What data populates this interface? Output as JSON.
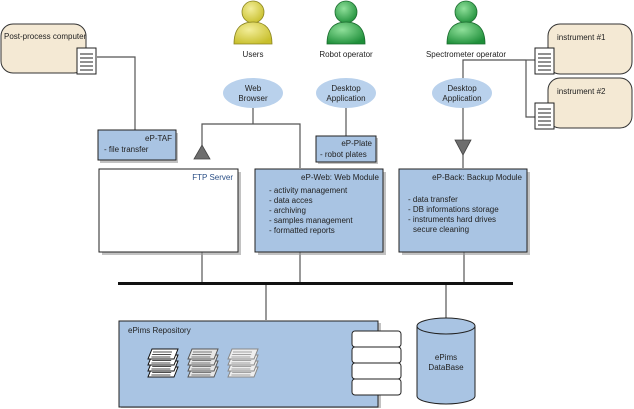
{
  "actors": {
    "users": {
      "label": "Users",
      "color": "#d8d14a"
    },
    "robot_operator": {
      "label": "Robot operator",
      "color": "#2fa84a"
    },
    "spectrometer_operator": {
      "label": "Spectrometer operator",
      "color": "#2fa84a"
    }
  },
  "computers": {
    "post_process": {
      "label": "Post-process computer"
    },
    "instrument1": {
      "label": "instrument #1"
    },
    "instrument2": {
      "label": "instrument #2"
    }
  },
  "clients": {
    "web_browser": {
      "line1": "Web",
      "line2": "Browser"
    },
    "desktop_app_robot": {
      "line1": "Desktop",
      "line2": "Application"
    },
    "desktop_app_spectro": {
      "line1": "Desktop",
      "line2": "Application"
    }
  },
  "modules": {
    "ep_taf": {
      "title": "eP-TAF",
      "items": [
        "-  file transfer"
      ]
    },
    "ep_plate": {
      "title": "eP-Plate",
      "items": [
        "- robot plates"
      ]
    },
    "ftp_server": {
      "title": "FTP Server"
    },
    "ep_web": {
      "title": "eP-Web: Web Module",
      "items": [
        "- activity management",
        "- data acces",
        "- archiving",
        "- samples management",
        "- formatted reports"
      ]
    },
    "ep_back": {
      "title": "eP-Back: Backup Module",
      "items": [
        "- data transfer",
        "- DB informations storage",
        "- instruments hard drives",
        "  secure cleaning"
      ]
    }
  },
  "storage": {
    "repository": {
      "title": "ePims Repository"
    },
    "database": {
      "line1": "ePims",
      "line2": "DataBase"
    }
  },
  "colors": {
    "module_fill": "#a9c4e3",
    "client_ellipse": "#b9d1ec",
    "computer_fill": "#f4e9d4",
    "ftp_title": "#2b4f86"
  }
}
